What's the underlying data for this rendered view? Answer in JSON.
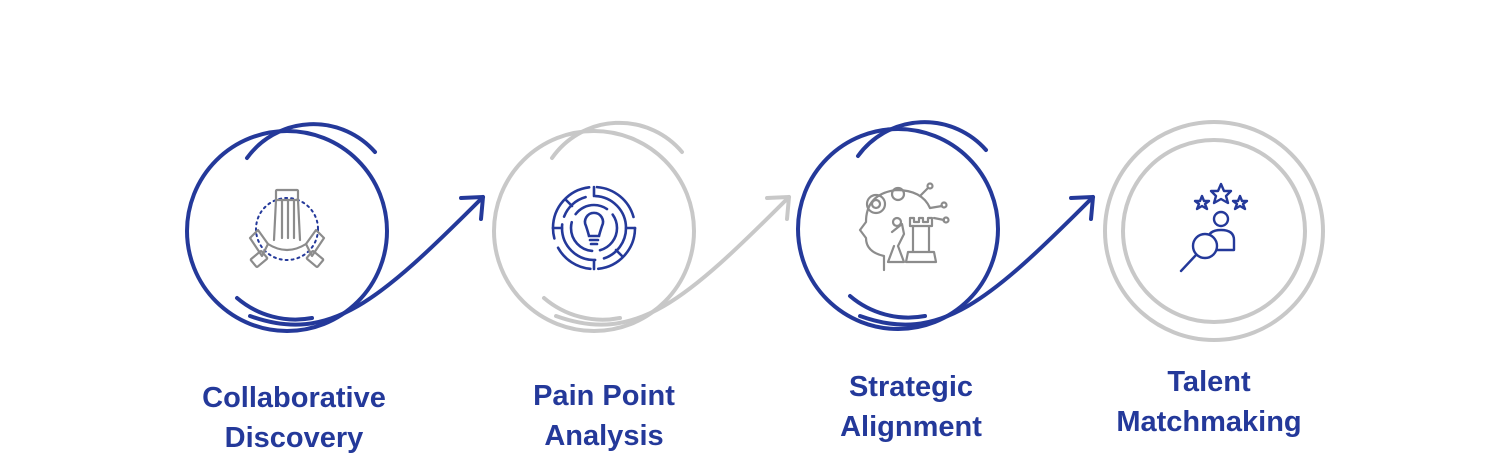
{
  "colors": {
    "accent": "#24399a",
    "muted": "#c8c8c8",
    "icon_gray": "#8c8c8c"
  },
  "steps": [
    {
      "line1": "Collaborative",
      "line2": "Discovery",
      "style": "accent",
      "icon": "hands-teamwork-icon"
    },
    {
      "line1": "Pain Point",
      "line2": "Analysis",
      "style": "accent-icon-muted-ring",
      "icon": "lightbulb-maze-icon"
    },
    {
      "line1": "Strategic",
      "line2": "Alignment",
      "style": "accent",
      "icon": "head-gears-chess-icon"
    },
    {
      "line1": "Talent",
      "line2": "Matchmaking",
      "style": "muted",
      "icon": "search-person-stars-icon"
    }
  ]
}
